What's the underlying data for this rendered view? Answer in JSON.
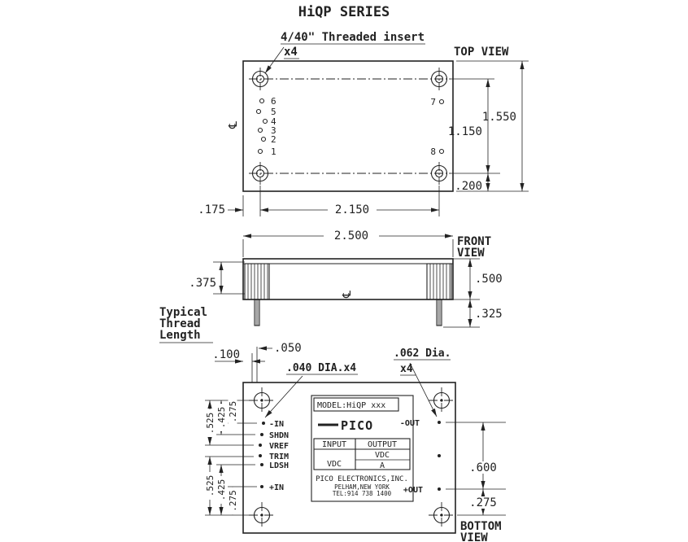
{
  "title": "HiQP SERIES",
  "centerline_symbol": "℄",
  "top_view": {
    "label": "TOP VIEW",
    "note_threaded_insert": "4/40\" Threaded insert",
    "note_x4": "x4",
    "pins_left": [
      "6",
      "5",
      "4",
      "3",
      "2",
      "1"
    ],
    "pin_7": "7",
    "pin_8": "8",
    "dim_height": "1.550",
    "dim_hole_v": "1.150",
    "dim_hole_bottom": ".200",
    "dim_left_offset": ".175",
    "dim_hole_h": "2.150"
  },
  "front_view": {
    "label_line1": "FRONT",
    "label_line2": "VIEW",
    "dim_width": "2.500",
    "dim_thread": ".375",
    "dim_body": ".500",
    "dim_pin": ".325",
    "note_thread": [
      "Typical",
      "Thread",
      "Length"
    ]
  },
  "bottom_view": {
    "label_line1": "BOTTOM",
    "label_line2": "VIEW",
    "dim_100": ".100",
    "dim_050": ".050",
    "note_040": ".040 DIA.x4",
    "note_062": ".062 Dia.",
    "note_062_x4": "x4",
    "pins_left": [
      "-IN",
      "SHDN",
      "VREF",
      "TRIM",
      "LDSH",
      "+IN"
    ],
    "pin_out_neg": "-OUT",
    "pin_out_pos": "+OUT",
    "dims_left_top": [
      ".525",
      ".425",
      ".275"
    ],
    "dims_left_bottom": [
      ".525",
      ".425",
      ".275"
    ],
    "dim_600": ".600",
    "dim_275": ".275",
    "label_box": {
      "model": "MODEL:HiQP xxx",
      "logo": "PICO",
      "col_input": "INPUT",
      "col_output": "OUTPUT",
      "vdc_in": "VDC",
      "vdc_out": "VDC",
      "amp_out": "A",
      "company": "PICO ELECTRONICS,INC.",
      "address": "PELHAM,NEW YORK",
      "tel": "TEL:914 738 1400"
    }
  }
}
